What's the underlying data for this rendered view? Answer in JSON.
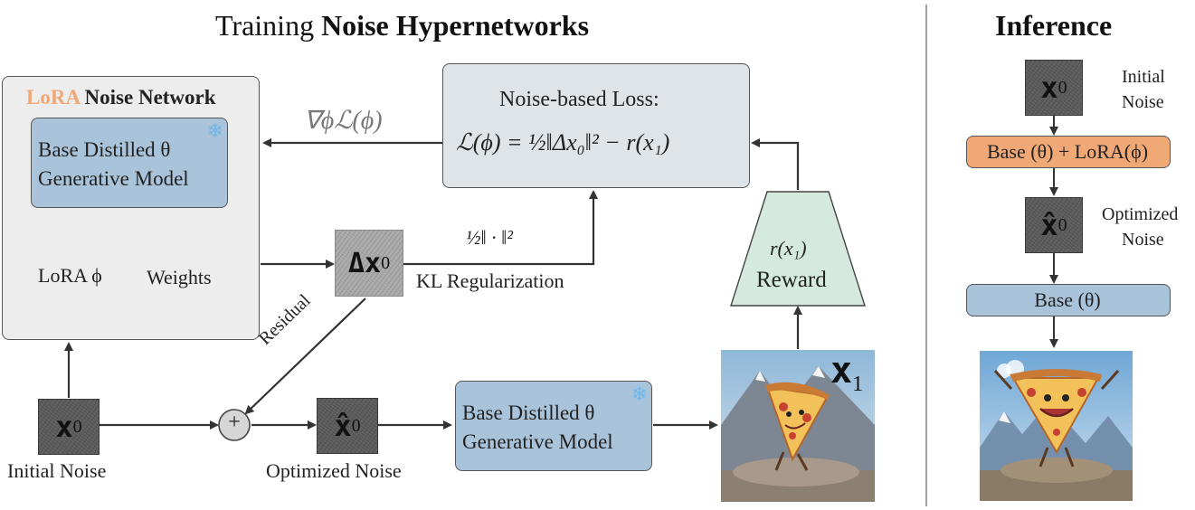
{
  "training": {
    "title_prefix": "Training ",
    "title_bold": "Noise Hypernetworks"
  },
  "inference": {
    "title": "Inference",
    "initial_noise_label_1": "Initial",
    "initial_noise_label_2": "Noise",
    "symbol_x0": "x",
    "symbol_sub0": "0",
    "base_lora_box": "Base (θ) + LoRA(ϕ)",
    "optimized_label_1": "Optimized",
    "optimized_label_2": "Noise",
    "base_box": "Base (θ)"
  },
  "lora_network": {
    "title_lora": "LoRA",
    "title_rest": " Noise Network",
    "base_model_line1": "Base Distilled θ",
    "base_model_line2": "Generative Model",
    "lora_label": "LoRA ϕ",
    "weights_label": "Weights"
  },
  "loss": {
    "title": "Noise-based Loss:",
    "formula": "ℒ(ϕ) = ½‖Δx₀‖² − r(x₁)",
    "gradient": "∇ϕℒ(ϕ)"
  },
  "delta": {
    "symbol": "Δx",
    "sub": "0",
    "norm": "½‖ · ‖²",
    "kl_label": "KL Regularization",
    "residual_label": "Residual"
  },
  "reward": {
    "formula": "r(x₁)",
    "label": "Reward"
  },
  "bottom": {
    "initial_noise_label": "Initial Noise",
    "optimized_noise_label": "Optimized Noise",
    "plus": "+",
    "gen_line1": "Base Distilled θ",
    "gen_line2": "Generative Model",
    "x1": "x",
    "x1_sub": "1"
  },
  "colors": {
    "lora_orange": "#f0a877",
    "base_blue": "#a9c4da",
    "loss_gray": "#dfe4e8",
    "reward_green": "#d5eadf",
    "panel_gray": "#ededed"
  },
  "icons": [
    "snowflake-icon"
  ]
}
